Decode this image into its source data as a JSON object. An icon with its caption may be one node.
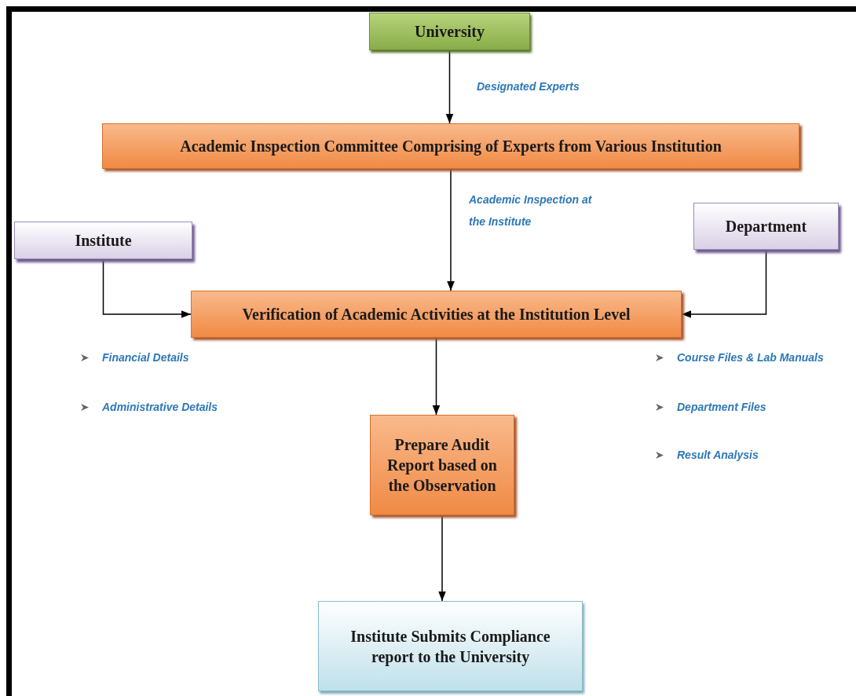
{
  "diagram": {
    "nodes": [
      {
        "text": [
          "University"
        ]
      },
      {
        "text": [
          "Academic Inspection Committee Comprising of Experts from Various Institution"
        ]
      },
      {
        "text": [
          "Institute"
        ]
      },
      {
        "text": [
          "Department"
        ]
      },
      {
        "text": [
          "Verification of Academic Activities at the Institution Level"
        ]
      },
      {
        "text": [
          "Prepare Audit Report based on the Observation"
        ]
      },
      {
        "text": [
          "Institute Submits Compliance report to the University"
        ]
      }
    ],
    "edges": [
      {
        "from": 0,
        "to": 1,
        "arrow": "to",
        "label": "Designated Experts"
      },
      {
        "from": 1,
        "to": 4,
        "arrow": "to",
        "label": "Academic Inspection at the Institute"
      },
      {
        "from": 2,
        "to": 4,
        "arrow": "to"
      },
      {
        "from": 3,
        "to": 4,
        "arrow": "to"
      },
      {
        "from": 4,
        "to": 5,
        "arrow": "to"
      },
      {
        "from": 5,
        "to": 6,
        "arrow": "to"
      }
    ],
    "labels": [
      "Financial Details",
      "Course Files & Lab Manuals",
      "Administrative  Details",
      "Department Files",
      "Result Analysis"
    ]
  }
}
